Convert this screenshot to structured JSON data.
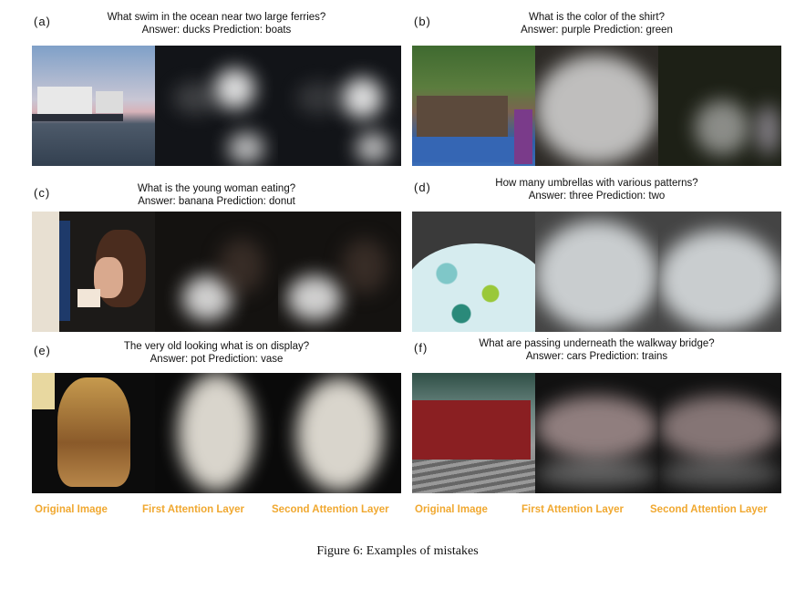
{
  "panels": [
    {
      "letter": "(a)",
      "question": "What swim in the ocean near two large ferries?",
      "answer_line": "Answer: ducks Prediction: boats"
    },
    {
      "letter": "(b)",
      "question": "What is the color of the shirt?",
      "answer_line": "Answer: purple Prediction: green"
    },
    {
      "letter": "(c)",
      "question": "What is the young woman eating?",
      "answer_line": "Answer: banana Prediction: donut"
    },
    {
      "letter": "(d)",
      "question": "How many umbrellas with various patterns?",
      "answer_line": "Answer: three Prediction: two"
    },
    {
      "letter": "(e)",
      "question": "The very old looking what is on display?",
      "answer_line": "Answer: pot  Prediction: vase"
    },
    {
      "letter": "(f)",
      "question": "What are passing underneath the walkway bridge?",
      "answer_line": "Answer: cars Prediction: trains"
    }
  ],
  "column_captions": [
    "Original Image",
    "First Attention Layer",
    "Second Attention Layer",
    "Original Image",
    "First Attention Layer",
    "Second Attention Layer"
  ],
  "figure_caption": "Figure 6: Examples of mistakes",
  "colors": {
    "caption_orange": "#f0a830"
  }
}
